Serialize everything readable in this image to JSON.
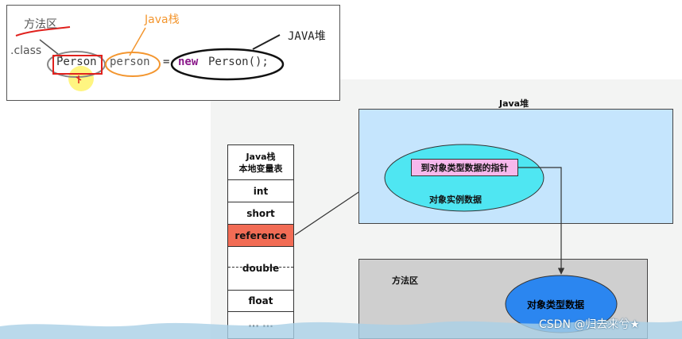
{
  "code_box": {
    "method_area_label": "方法区",
    "class_label": ".class",
    "java_stack_label": "Java栈",
    "java_heap_label": "JAVA堆",
    "code_type": "Person",
    "code_var": "person",
    "code_eq": "=",
    "code_new": "new",
    "code_ctor": "Person();"
  },
  "stack": {
    "header_line1": "Java栈",
    "header_line2": "本地变量表",
    "items": [
      "int",
      "short",
      "reference",
      "double",
      "float",
      "... ..."
    ]
  },
  "heap": {
    "title": "Java堆",
    "pointer_label": "到对象类型数据的指针",
    "instance_label": "对象实例数据"
  },
  "method_area": {
    "title": "方法区",
    "type_data_label": "对象类型数据"
  },
  "watermark": "CSDN @归去来兮★",
  "colors": {
    "reference_cell": "#f26c55",
    "heap_bg": "#c5e5fd",
    "instance_ellipse": "#4fe6f2",
    "pointer_box": "#f7b8ec",
    "method_bg": "#cfcfcf",
    "type_ellipse": "#2b86f0",
    "java_stack_text": "#f3962f",
    "red_annotation": "#e0211d"
  }
}
